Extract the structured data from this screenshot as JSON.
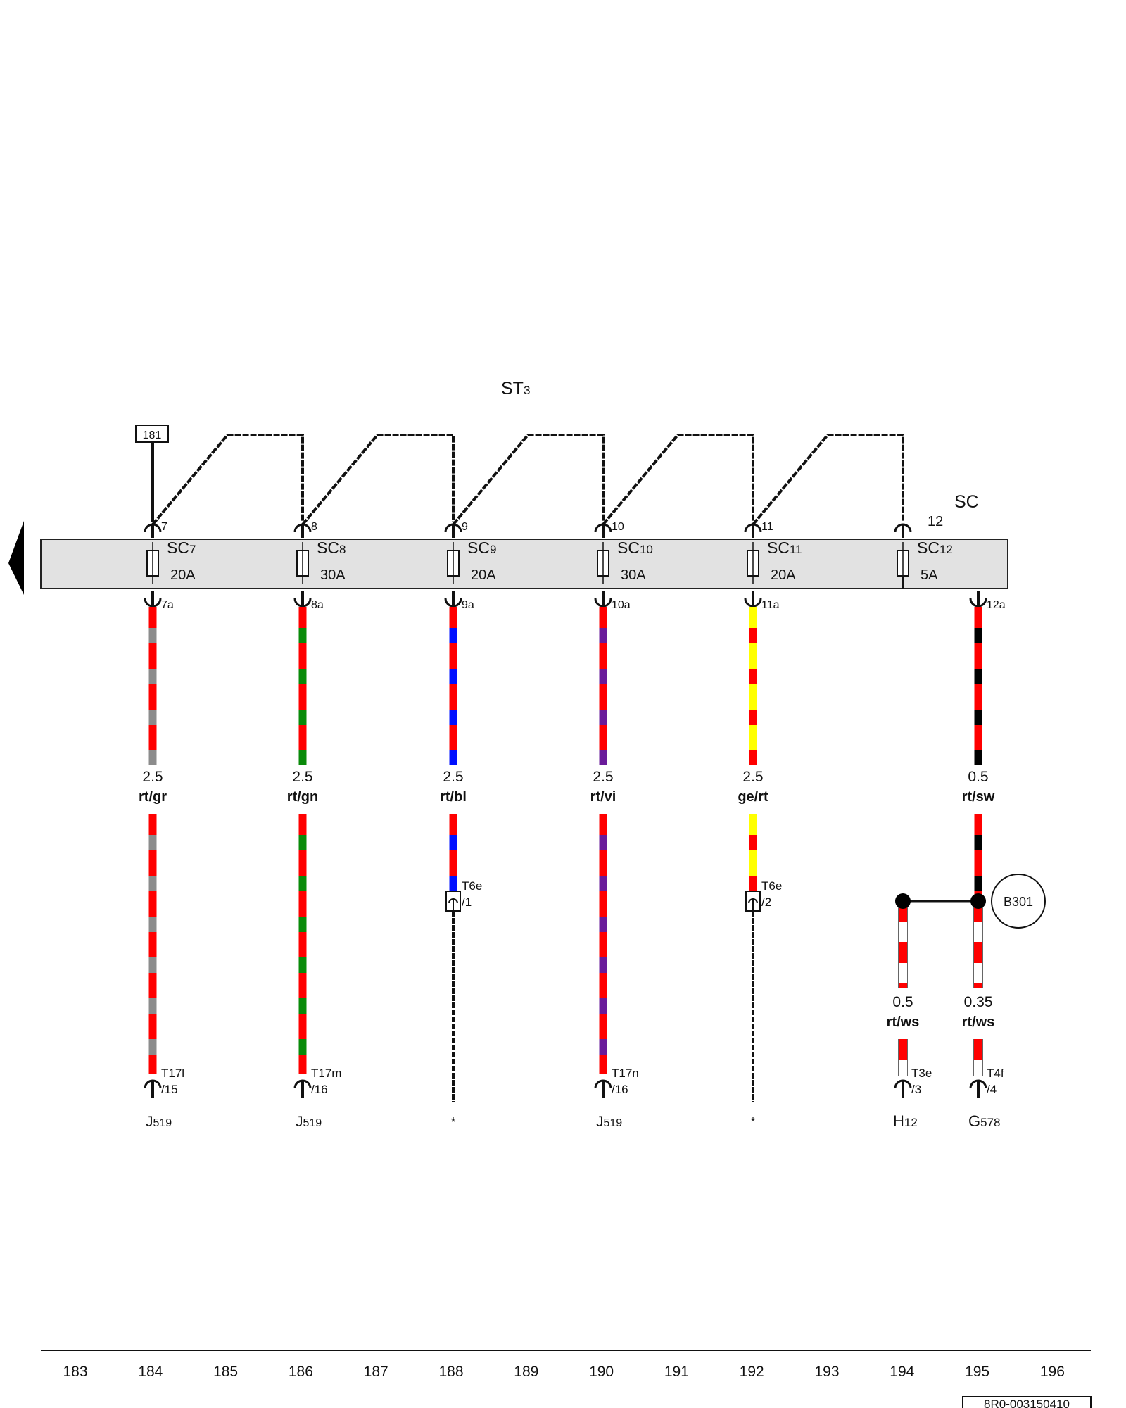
{
  "header": {
    "strip_label": "ST",
    "strip_sub": "3",
    "ref_box": "181",
    "sc_label": "SC",
    "sc_num": "12"
  },
  "fuses": [
    {
      "id": "7",
      "label": "SC",
      "sub": "7",
      "amp": "20A",
      "top_pin": "7",
      "bottom_pin": "7a"
    },
    {
      "id": "8",
      "label": "SC",
      "sub": "8",
      "amp": "30A",
      "top_pin": "8",
      "bottom_pin": "8a"
    },
    {
      "id": "9",
      "label": "SC",
      "sub": "9",
      "amp": "20A",
      "top_pin": "9",
      "bottom_pin": "9a"
    },
    {
      "id": "10",
      "label": "SC",
      "sub": "10",
      "amp": "30A",
      "top_pin": "10",
      "bottom_pin": "10a"
    },
    {
      "id": "11",
      "label": "SC",
      "sub": "11",
      "amp": "20A",
      "top_pin": "11",
      "bottom_pin": "11a"
    },
    {
      "id": "12",
      "label": "SC",
      "sub": "12",
      "amp": "5A",
      "top_pin": "",
      "bottom_pin": "12a"
    }
  ],
  "wires": [
    {
      "id": "w1",
      "size": "2.5",
      "color_code": "rt/gr",
      "base": "#ff0000",
      "stripe": "#8c8c8c",
      "conn_name": "T17l",
      "conn_pin": "/15",
      "component": "J",
      "component_sub": "519"
    },
    {
      "id": "w2",
      "size": "2.5",
      "color_code": "rt/gn",
      "base": "#ff0000",
      "stripe": "#0a8a0a",
      "conn_name": "T17m",
      "conn_pin": "/16",
      "component": "J",
      "component_sub": "519"
    },
    {
      "id": "w3",
      "size": "2.5",
      "color_code": "rt/bl",
      "base": "#ff0000",
      "stripe": "#0010ff",
      "conn_name": "T6e",
      "conn_pin": "/1",
      "component": "*",
      "component_sub": ""
    },
    {
      "id": "w4",
      "size": "2.5",
      "color_code": "rt/vi",
      "base": "#ff0000",
      "stripe": "#6a1b9a",
      "conn_name": "T17n",
      "conn_pin": "/16",
      "component": "J",
      "component_sub": "519"
    },
    {
      "id": "w5",
      "size": "2.5",
      "color_code": "ge/rt",
      "base": "#ffff00",
      "stripe": "#ff0000",
      "conn_name": "T6e",
      "conn_pin": "/2",
      "component": "*",
      "component_sub": ""
    },
    {
      "id": "w6",
      "size": "0.5",
      "color_code": "rt/sw",
      "base": "#ff0000",
      "stripe": "#000000",
      "conn_name": "",
      "conn_pin": "",
      "component": "",
      "component_sub": ""
    }
  ],
  "branch": {
    "splice": "B301",
    "left": {
      "size": "0.5",
      "color_code": "rt/ws",
      "base": "#ff0000",
      "stripe": "#ffffff",
      "conn_name": "T3e",
      "conn_pin": "/3",
      "component": "H",
      "component_sub": "12"
    },
    "right": {
      "size": "0.35",
      "color_code": "rt/ws",
      "base": "#ff0000",
      "stripe": "#ffffff",
      "conn_name": "T4f",
      "conn_pin": "/4",
      "component": "G",
      "component_sub": "578"
    }
  },
  "ruler": [
    "183",
    "184",
    "185",
    "186",
    "187",
    "188",
    "189",
    "190",
    "191",
    "192",
    "193",
    "194",
    "195",
    "196"
  ],
  "doc_id": "8R0-003150410",
  "colors": {
    "strip": "#e2e2e2",
    "line": "#111111"
  }
}
